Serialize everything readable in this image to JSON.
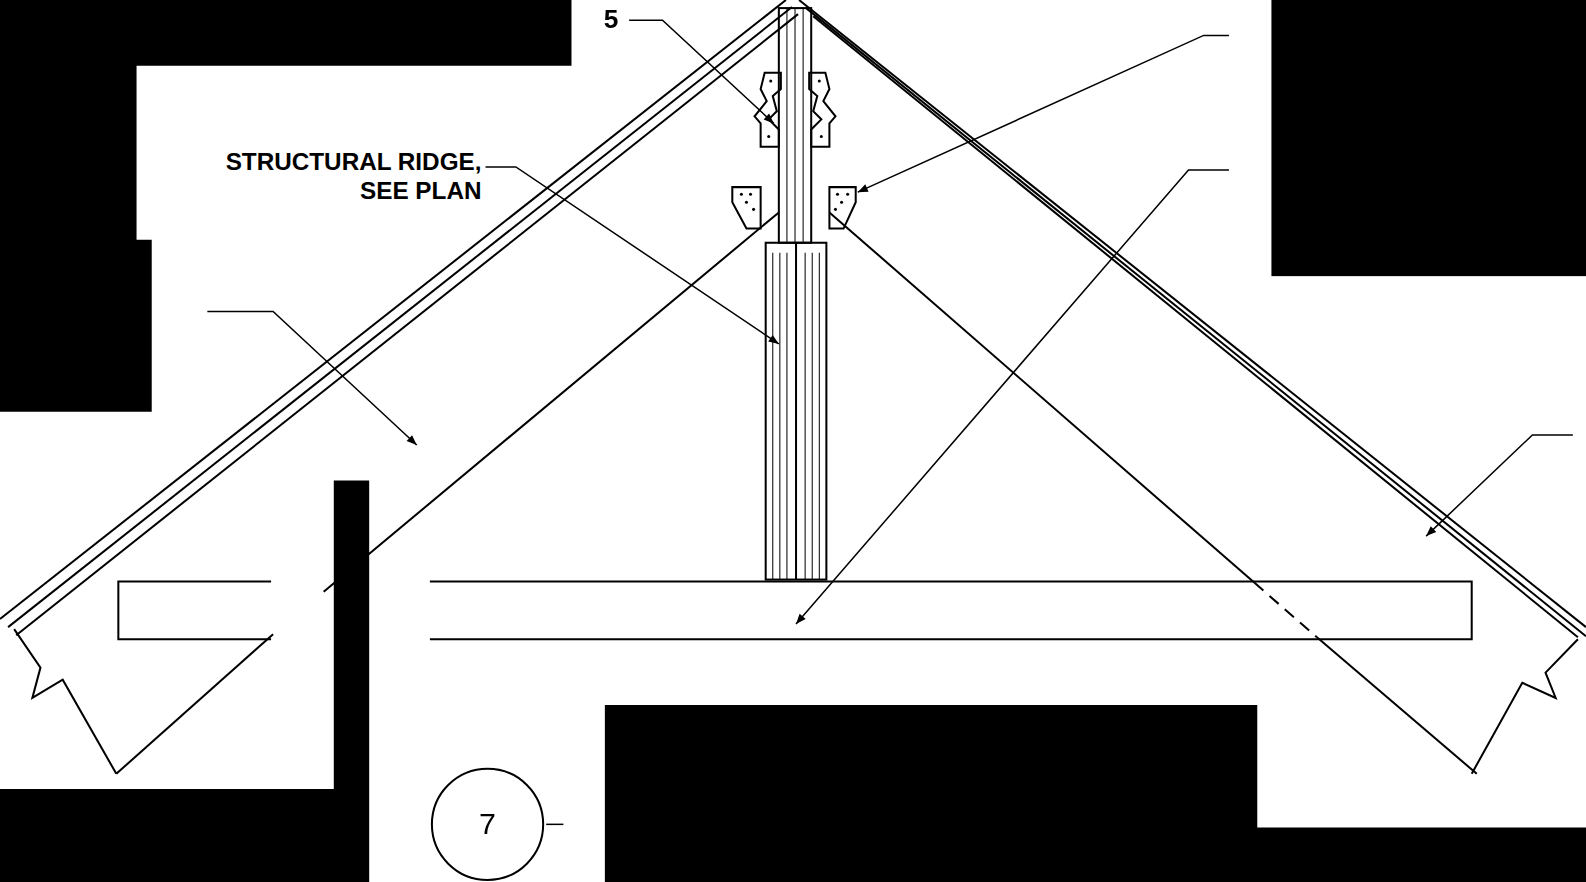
{
  "diagram": {
    "nodes": [
      {
        "text": [
          "7"
        ]
      }
    ],
    "labels": [
      "5",
      "STRUCTURAL RIDGE, SEE PLAN"
    ]
  }
}
